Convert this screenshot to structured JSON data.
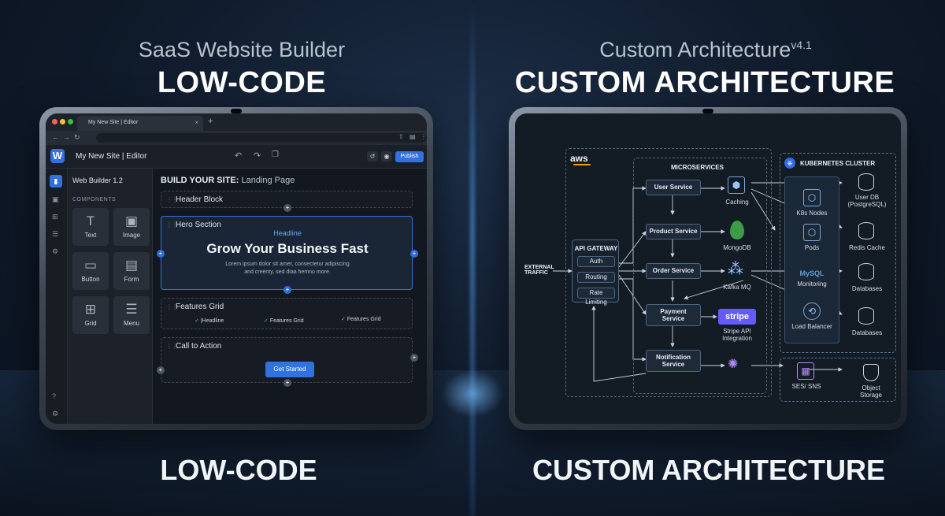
{
  "left": {
    "subtitle": "SaaS Website Builder",
    "title": "LOW-CODE",
    "bottom_title": "LOW-CODE",
    "browser": {
      "tab_title": "My New Site | Editor",
      "new_tab": "+",
      "app_logo": "W",
      "site_title": "My New Site | Editor",
      "publish_label": "Publish"
    },
    "panel": {
      "version": "Web Builder 1.2",
      "section_label": "COMPONENTS",
      "components": [
        {
          "label": "Text",
          "icon": "text-icon",
          "glyph": "T"
        },
        {
          "label": "Image",
          "icon": "image-icon",
          "glyph": "▣"
        },
        {
          "label": "Button",
          "icon": "button-icon",
          "glyph": "▭"
        },
        {
          "label": "Form",
          "icon": "form-icon",
          "glyph": "▤"
        },
        {
          "label": "Grid",
          "icon": "grid-icon",
          "glyph": "⊞"
        },
        {
          "label": "Menu",
          "icon": "menu-icon",
          "glyph": "☰"
        }
      ]
    },
    "canvas": {
      "heading_bold": "BUILD YOUR SITE:",
      "heading_rest": " Landing Page",
      "header_block": "Header Block",
      "hero": {
        "label": "Hero Section",
        "kicker": "Headline",
        "headline": "Grow Your Business Fast",
        "body_line1": "Lorem ipsum dolor sit amet, consectetur adipiscing",
        "body_line2": "and creenty, sed diaa hemno more."
      },
      "features": {
        "label": "Features Grid",
        "items": [
          "|Headline",
          "Features Grid",
          "Features Grid"
        ]
      },
      "cta": {
        "label": "Call to Action",
        "button": "Get Started"
      }
    },
    "colors": {
      "accent": "#2f72e0",
      "bg": "#141a22"
    }
  },
  "right": {
    "subtitle": "Custom Architecture",
    "version": "v4.1",
    "title": "CUSTOM ARCHITECTURE",
    "bottom_title": "CUSTOM ARCHITECTURE",
    "aws": "aws",
    "microservices_title": "MICROSERVICES",
    "k8s_title": "KUBERNETES CLUSTER",
    "external_line1": "EXTERNAL",
    "external_line2": "TRAFFIC",
    "gateway": {
      "title": "API GATEWAY",
      "items": [
        "Auth",
        "Routing",
        "Rate Limiting"
      ]
    },
    "services": [
      "User Service",
      "Product Service",
      "Order Service",
      "Payment Service",
      "Notification Service"
    ],
    "payment_line1": "Payment",
    "payment_line2": "Service",
    "notification_line1": "Notification",
    "notification_line2": "Service",
    "middle": {
      "caching": "Caching",
      "mongodb": "MongoDB",
      "kafka": "Kafka MQ",
      "stripe": "stripe",
      "stripe_line1": "Stripe API",
      "stripe_line2": "Integration"
    },
    "k8s": {
      "nodes": "K8s Nodes",
      "pods": "Pods",
      "mysql": "MySQL",
      "monitoring": "Monitoring",
      "lb": "Load Balancer"
    },
    "stores": {
      "userdb_line1": "User DB",
      "userdb_line2": "(PostgreSQL)",
      "redis": "Redis Cache",
      "db1": "Databases",
      "db2": "Databases"
    },
    "bottom": {
      "ses": "SES/ SNS",
      "storage_line1": "Object",
      "storage_line2": "Storage"
    },
    "colors": {
      "stripe": "#635bff",
      "mongo": "#4caf50",
      "k8s": "#326ce5"
    }
  }
}
